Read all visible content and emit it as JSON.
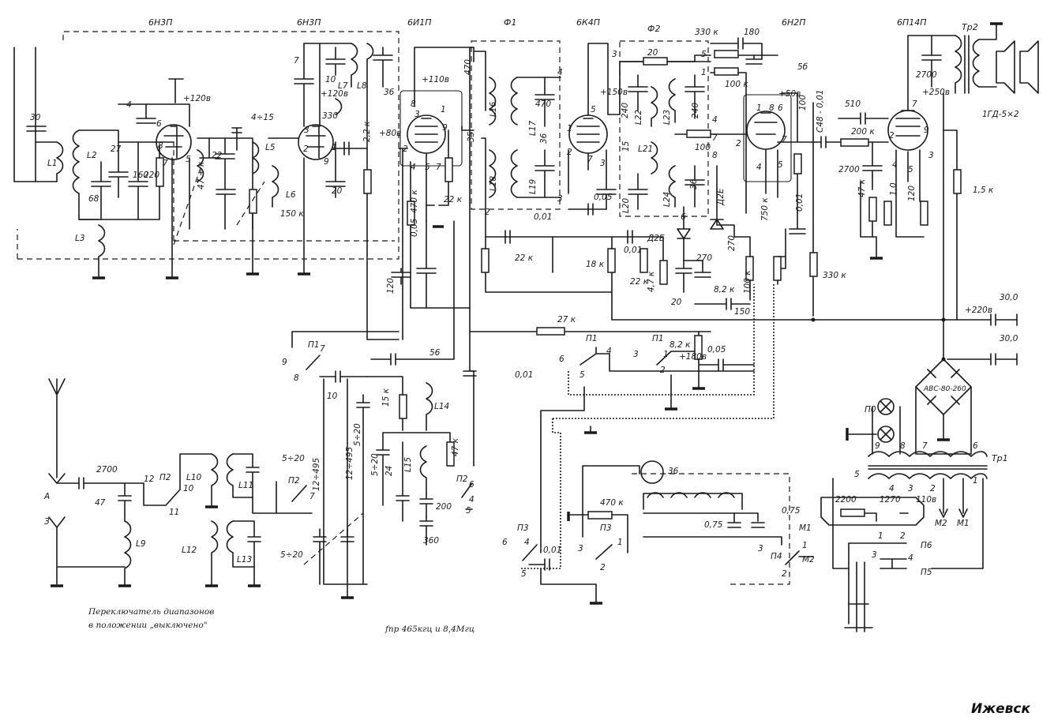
{
  "tubes": {
    "v1": "6Н3П",
    "v2": "6Н3П",
    "v3": "6И1П",
    "v4": "6К4П",
    "v5": "6Н2П",
    "v6": "6П14П"
  },
  "filters": {
    "f1": "Ф1",
    "f2": "Ф2"
  },
  "transformers": {
    "tr1": "Тр1",
    "tr2": "Тр2"
  },
  "speaker": "1ГД-5×2",
  "rectifier": "АВС-80-260",
  "notes": {
    "switch_note_1": "Переключатель диапазонов",
    "switch_note_2": "в положении „выключено\"",
    "if_note": "fпр 465кгц и 8,4Мгц"
  },
  "city": "Ижевск",
  "coils": {
    "l1": "L1",
    "l2": "L2",
    "l3": "L3",
    "l5": "L5",
    "l6": "L6",
    "l7": "L7",
    "l8": "L8",
    "l9": "L9",
    "l10": "L10",
    "l11": "L11",
    "l12": "L12",
    "l13": "L13",
    "l14": "L14",
    "l15": "L15",
    "l16": "L16",
    "l17": "L17",
    "l18": "L18",
    "l19": "L19",
    "l20": "L20",
    "l21": "L21",
    "l22": "L22",
    "l23": "L23",
    "l24": "L24"
  },
  "switches": {
    "p1": "П1",
    "p2": "П2",
    "p3": "П3",
    "p4": "П4",
    "p5": "П5",
    "p6": "П6",
    "p0": "П0"
  },
  "diodes": {
    "d2e_a": "Д2Е",
    "d2e_b": "Д2Е"
  },
  "motors": {
    "m1": "М1",
    "m2": "М2"
  },
  "antenna": {
    "a": "А",
    "z": "З"
  },
  "values": {
    "c30_left": "30",
    "c27": "27",
    "c68": "68",
    "c160": "160",
    "r220": "220",
    "c4": "4",
    "v_120": "+120в",
    "c22": "22",
    "c47": "47 + к",
    "c4_15": "4÷15",
    "c7": "7",
    "c10": "10",
    "r150k": "150 к",
    "c330": "330",
    "c20": "20",
    "v_120b": "+120в",
    "c36_l8": "36",
    "r22k_a": "2,2 к",
    "v_80": "+80в",
    "c120": "120",
    "v_110": "+110в",
    "r470k": "470 к",
    "r22k_b": "22 к",
    "c005": "0,05",
    "c470_f1": "470",
    "c35": "35",
    "c470_b": "470",
    "c36_f1": "36",
    "c001_f1": "0,01",
    "r22k_c": "22 к",
    "v_150": "+150в",
    "c005_b": "0,05",
    "r18k": "18 к",
    "c001_b": "0,01",
    "r22k_d": "22 к",
    "r20": "20",
    "c330k_top": "330 к",
    "c180": "180",
    "r100k": "100 к",
    "c240_a": "240",
    "c15": "15",
    "c240_b": "240",
    "r100": "100",
    "c36_f2": "36",
    "r47k": "4,7 к",
    "c20_b": "20",
    "c270_a": "270",
    "c270_b": "270",
    "r100k_b": "100 к",
    "r82k": "8,2 к",
    "c150": "150",
    "v_50": "+50в",
    "r100_b": "100",
    "r750k": "750 к",
    "c001_c": "0,01",
    "r330k": "330 к",
    "c48_001": "С48 - 0,01",
    "c510": "510",
    "r200k": "200 к",
    "c2700_a": "2700",
    "r47k_b": "47 к",
    "r1_0": "1,0",
    "c120_b": "120",
    "c2700_b": "2700",
    "v_250": "+250в",
    "r15k": "1,5 к",
    "v_220": "+220в",
    "c30_a": "30,0",
    "c30_b": "30,0",
    "r27k": "27 к",
    "r82k_b": "8,2 к",
    "v_180": "+180в",
    "c005_c": "0,05",
    "c56": "56",
    "c001_d": "0,01",
    "c10_b": "10",
    "c5_20_a": "5÷20",
    "c12_495_a": "12÷495",
    "c12_495_b": "12÷495",
    "c5_20_b": "5÷20",
    "r15k_b": "15 к",
    "c5_20_c": "5÷20",
    "c24": "24",
    "r47k_c": "47 к",
    "c200": "200",
    "c360": "360",
    "c5_20_d": "5÷20",
    "c2700_ant": "2700",
    "c47_ant": "47",
    "r470k_b": "470 к",
    "c001_e": "0,01",
    "c075_a": "0,75",
    "c075_b": "0,75",
    "n36": "36",
    "c2200": "2200",
    "c1270": "1270",
    "c110": "110в",
    "n5b": "5б"
  },
  "pins": {
    "n1": "1",
    "n2": "2",
    "n3": "3",
    "n4": "4",
    "n5": "5",
    "n6": "6",
    "n7": "7",
    "n8": "8",
    "n9": "9",
    "n10": "10",
    "n11": "11",
    "n12": "12"
  }
}
